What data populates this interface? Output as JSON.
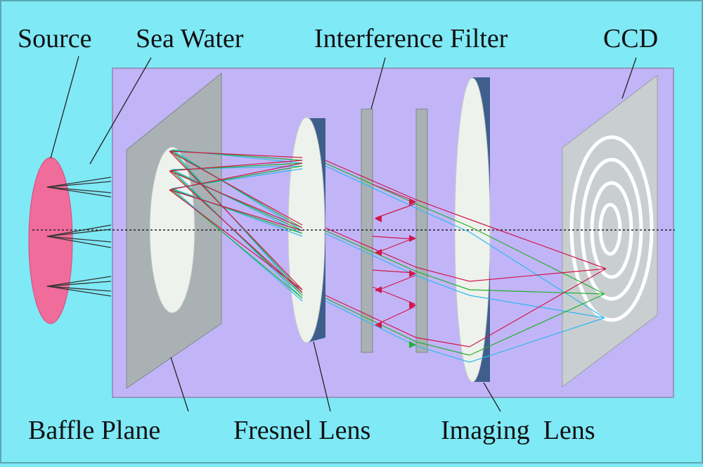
{
  "labels": {
    "source": "Source",
    "sea_water": "Sea Water",
    "interference_filter": "Interference Filter",
    "ccd": "CCD",
    "baffle_plane": "Baffle Plane",
    "fresnel_lens": "Fresnel Lens",
    "imaging_lens": "Imaging  Lens"
  },
  "colors": {
    "background": "#7fe9f6",
    "water_region": "#c2b5f7",
    "source": "#f06c9a",
    "plane": "#a9b1b4",
    "lens_face": "#eef2ec",
    "lens_edge": "#3e5f8c",
    "ray_red": "#d0184c",
    "ray_green": "#22b030",
    "ray_cyan": "#30b8f0",
    "ring": "#ffffff"
  },
  "icons": [
    "source-ellipse",
    "baffle-plane",
    "fresnel-lens",
    "interference-filter-plate",
    "imaging-lens",
    "ccd-sensor-rings"
  ]
}
